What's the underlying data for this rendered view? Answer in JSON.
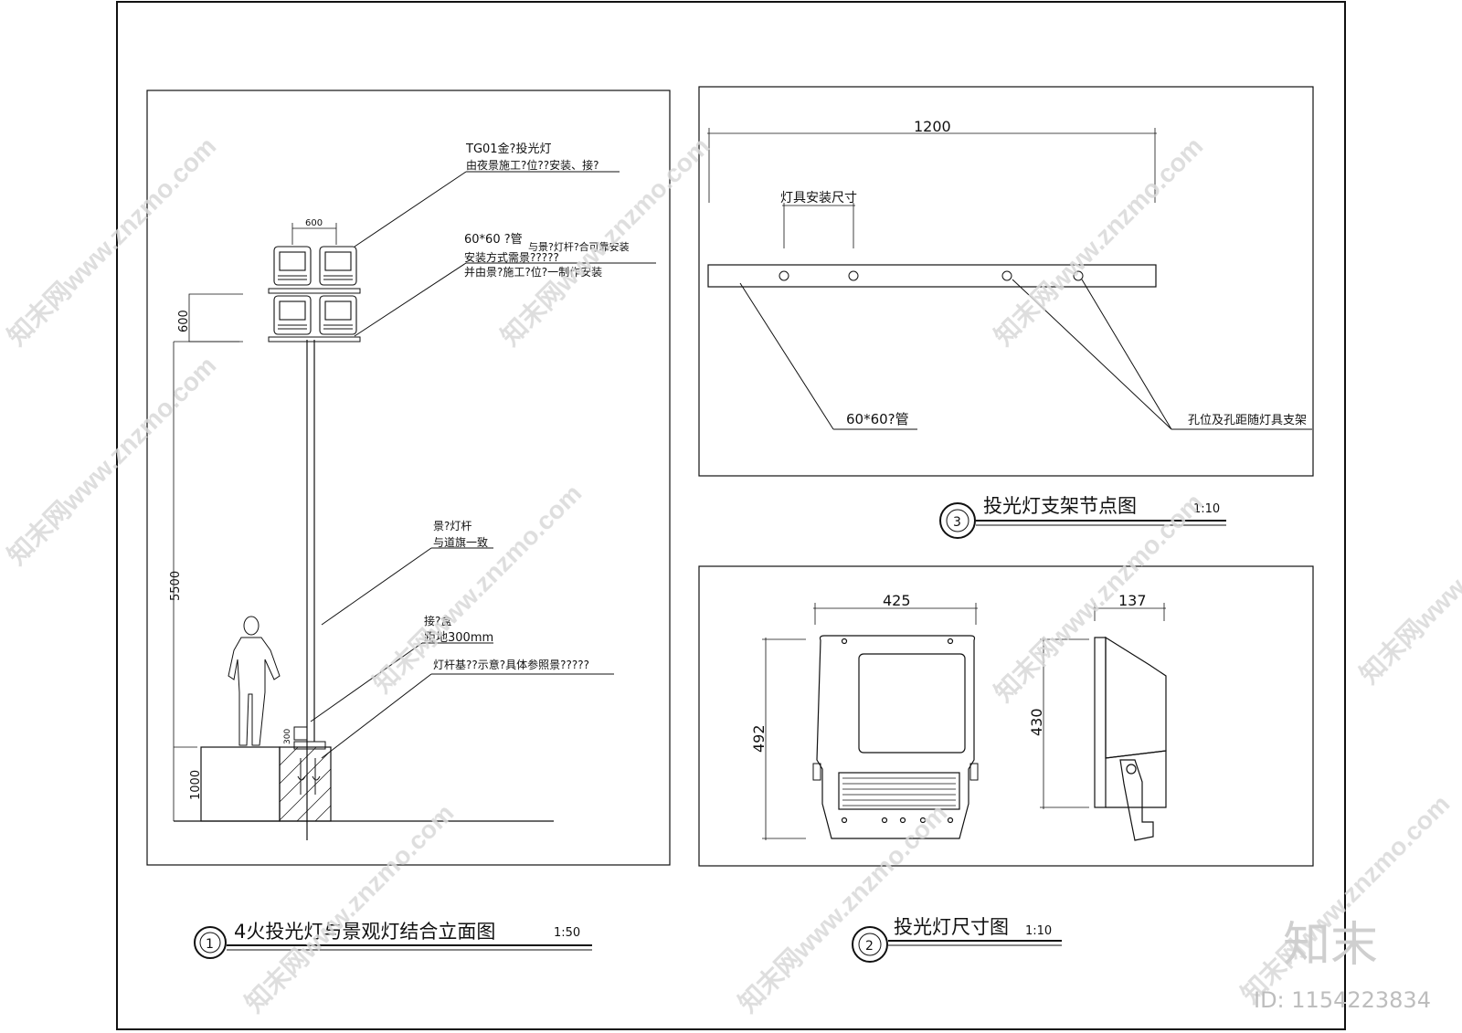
{
  "panel1": {
    "title": "4火投光灯与景观灯结合立面图",
    "scale": "1:50",
    "number": "1",
    "note_fixture_1": "TG01金?投光灯",
    "note_fixture_2": "由夜景施工?位??安装、接?",
    "note_pipe_1": "60*60 ?管",
    "note_pipe_1b": "与景?灯杆?合可靠安装",
    "note_pipe_2": "安装方式需景?????",
    "note_pipe_3": "并由景?施工?位?一制作安装",
    "note_pole_1": "景?灯杆",
    "note_pole_2": "与道旗一致",
    "note_box_1": "接?盒",
    "note_box_2": "距地300mm",
    "note_base": "灯杆基??示意?具体参照景?????",
    "dim_top": "600",
    "dim_600": "600",
    "dim_5500": "5500",
    "dim_1000": "1000",
    "dim_300": "300"
  },
  "panel2": {
    "title": "投光灯尺寸图",
    "scale": "1:10",
    "number": "2",
    "dim_width": "425",
    "dim_height": "492",
    "dim_depth": "137",
    "dim_side_height": "430"
  },
  "panel3": {
    "title": "投光灯支架节点图",
    "scale": "1:10",
    "number": "3",
    "dim_length": "1200",
    "label_install": "灯具安装尺寸",
    "label_pipe": "60*60?管",
    "label_holes": "孔位及孔距随灯具支架"
  },
  "watermark": {
    "text": "知末网www.znzmo.com",
    "logo": "知末",
    "id": "ID: 1154223834"
  }
}
